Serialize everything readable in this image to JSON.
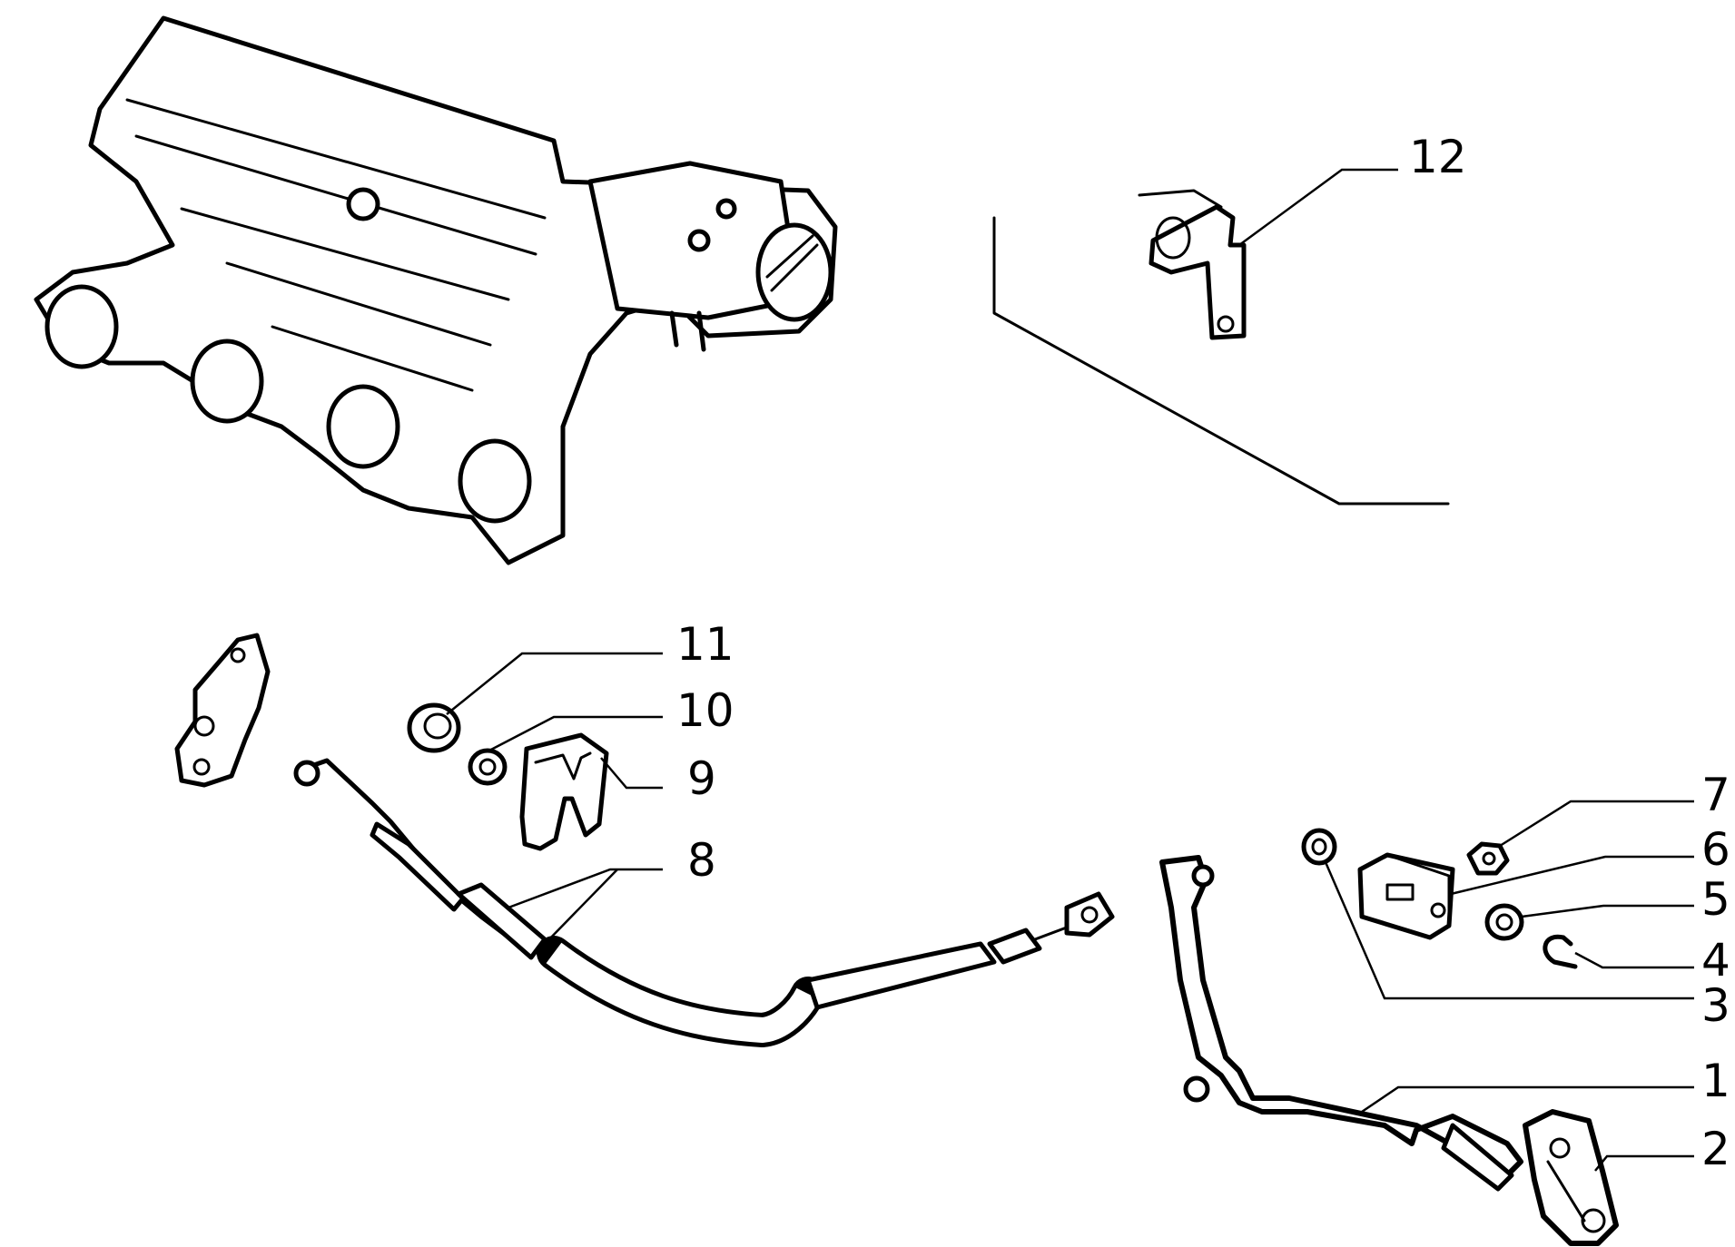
{
  "diagram": {
    "callouts": [
      "12",
      "11",
      "10",
      "9",
      "8",
      "7",
      "6",
      "5",
      "4",
      "3",
      "1",
      "2"
    ]
  }
}
